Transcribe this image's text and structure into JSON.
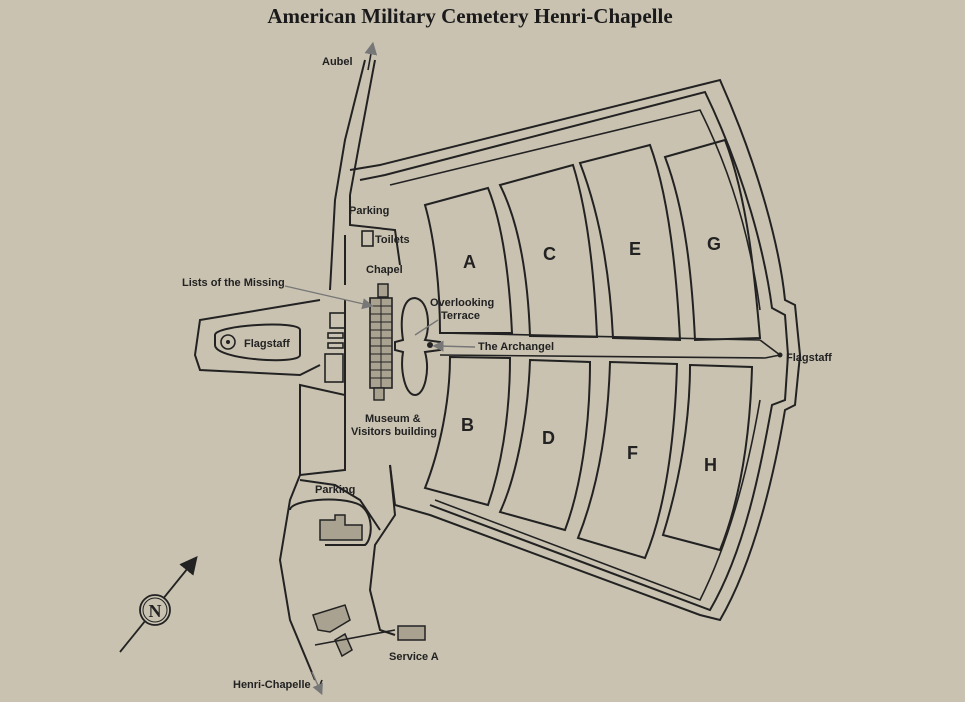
{
  "title": "American Military Cemetery Henri-Chapelle",
  "labels": {
    "aubel": "Aubel",
    "henri_chapelle": "Henri-Chapelle",
    "parking_north": "Parking",
    "parking_south": "Parking",
    "toilets": "Toilets",
    "chapel": "Chapel",
    "lists_missing": "Lists of the Missing",
    "flagstaff_west": "Flagstaff",
    "flagstaff_east": "Flagstaff",
    "overlooking_1": "Overlooking",
    "overlooking_2": "Terrace",
    "archangel": "The Archangel",
    "museum_1": "Museum &",
    "museum_2": "Visitors building",
    "service": "Service A"
  },
  "plots": {
    "a": "A",
    "b": "B",
    "c": "C",
    "d": "D",
    "e": "E",
    "f": "F",
    "g": "G",
    "h": "H"
  },
  "compass": {
    "north": "N"
  },
  "colors": {
    "background": "#c9c2b1",
    "ink": "#222222",
    "building_fill": "#aaa290"
  }
}
